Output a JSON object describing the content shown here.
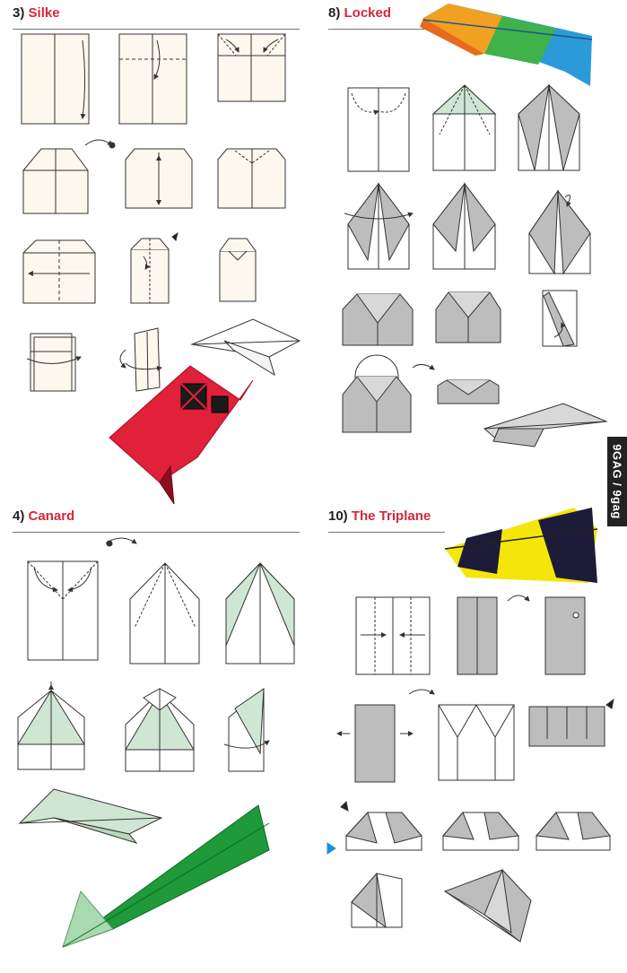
{
  "sections": [
    {
      "number": "3)",
      "name": "Silke"
    },
    {
      "number": "8)",
      "name": "Locked"
    },
    {
      "number": "4)",
      "name": "Canard"
    },
    {
      "number": "10)",
      "name": "The Triplane"
    }
  ],
  "watermark": "9GAG / 9gag",
  "colors": {
    "title_red": "#d4283b",
    "paper_cream": "#fdf8ee",
    "fold_grey": "#bdbdbd",
    "fold_mint": "#cfe6d3",
    "plane_red": "#e1203a",
    "plane_green": "#1e9a3a",
    "plane_yellow": "#f5e60a"
  }
}
